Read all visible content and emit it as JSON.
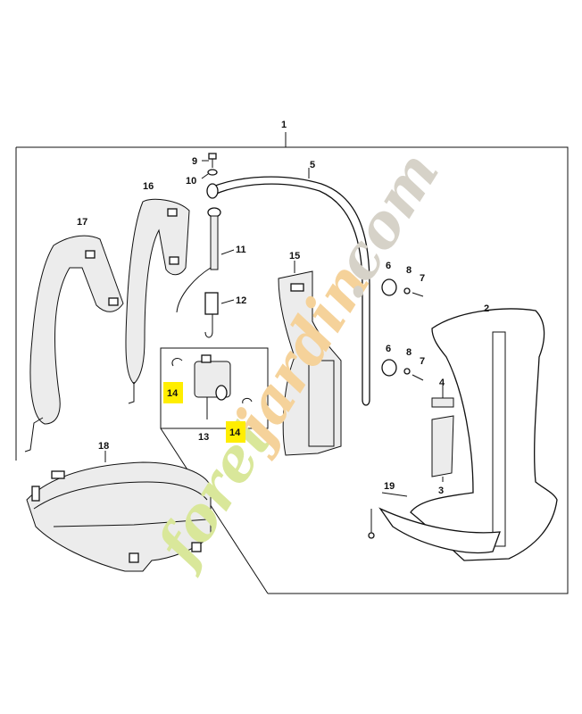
{
  "callouts": {
    "c1": "1",
    "c2": "2",
    "c3": "3",
    "c4": "4",
    "c5": "5",
    "c6a": "6",
    "c6b": "6",
    "c7a": "7",
    "c7b": "7",
    "c8a": "8",
    "c8b": "8",
    "c9": "9",
    "c10": "10",
    "c11": "11",
    "c12": "12",
    "c13": "13",
    "c14a": "14",
    "c14b": "14",
    "c15": "15",
    "c16": "16",
    "c17": "17",
    "c18": "18",
    "c19": "19"
  },
  "highlight_color": "#ffee00",
  "watermark": {
    "part1": "foret",
    "part2": "jardin",
    "part3": ".com",
    "colors": [
      "#d9e79a",
      "#f5d29a",
      "#d6d2c8"
    ]
  }
}
